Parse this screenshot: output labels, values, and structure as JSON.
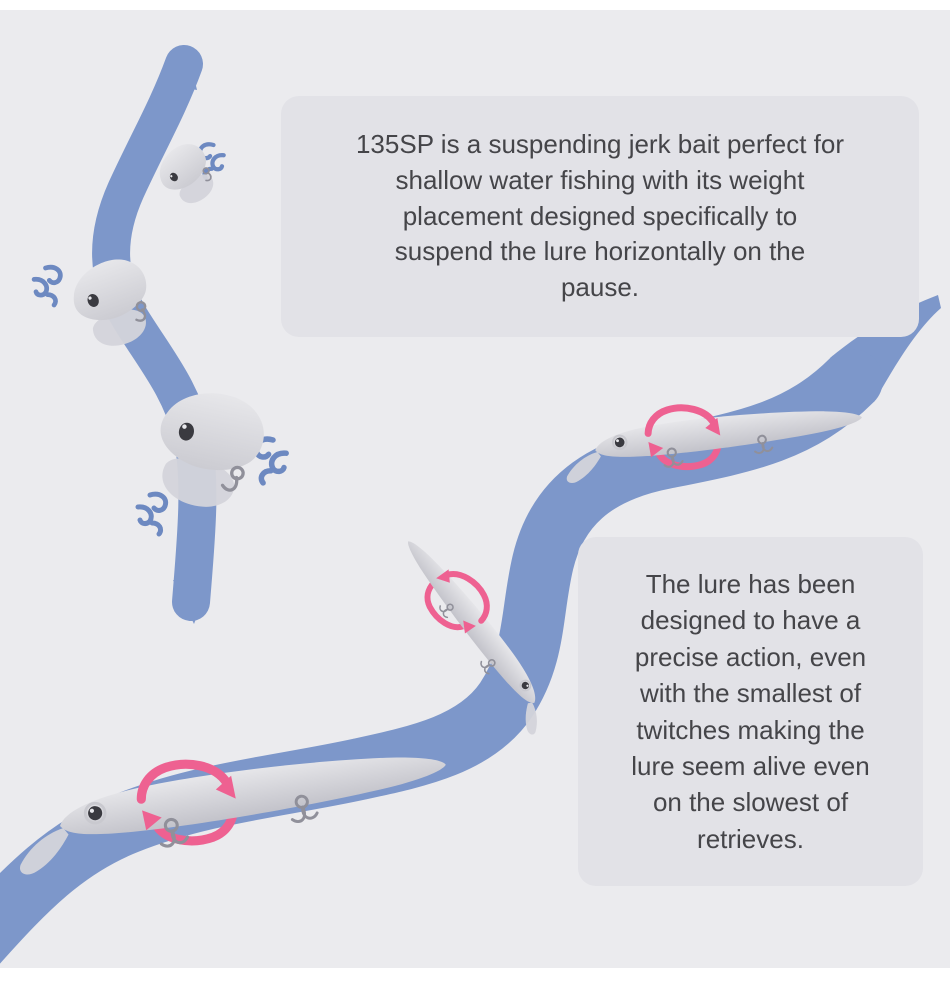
{
  "colors": {
    "page_bg": "#ebebee",
    "frame_white": "#ffffff",
    "card_bg": "#e2e2e7",
    "text_dark": "#454549",
    "water_blue": "#7d97ca",
    "swirl_blue": "#6d89c1",
    "accent_pink": "#ee6191",
    "lure_light": "#e9e9ec",
    "lure_dark": "#bdbdc5",
    "lure_bill": "#d4d4da",
    "hook_gray": "#90909a",
    "eye_dark": "#3a3a40"
  },
  "cards": {
    "intro": {
      "text": "135SP is a suspending jerk bait perfect for\nshallow water fishing with its weight\nplacement designed specifically to\nsuspend the lure horizontally on the\npause."
    },
    "action": {
      "text": "The lure has been\ndesigned to have a\nprecise action, even\nwith the smallest of\ntwitches making the\nlure seem alive even\non the slowest of\nretrieves."
    }
  },
  "icons": {
    "water_flow_ribbon": "curved water path ribbon",
    "water_swirl": "water flow swirl marks",
    "twitch_arrow": "pink circular rotation arrow",
    "lure_side_view": "135SP jerk bait side view",
    "lure_front_view": "135SP jerk bait front view"
  }
}
